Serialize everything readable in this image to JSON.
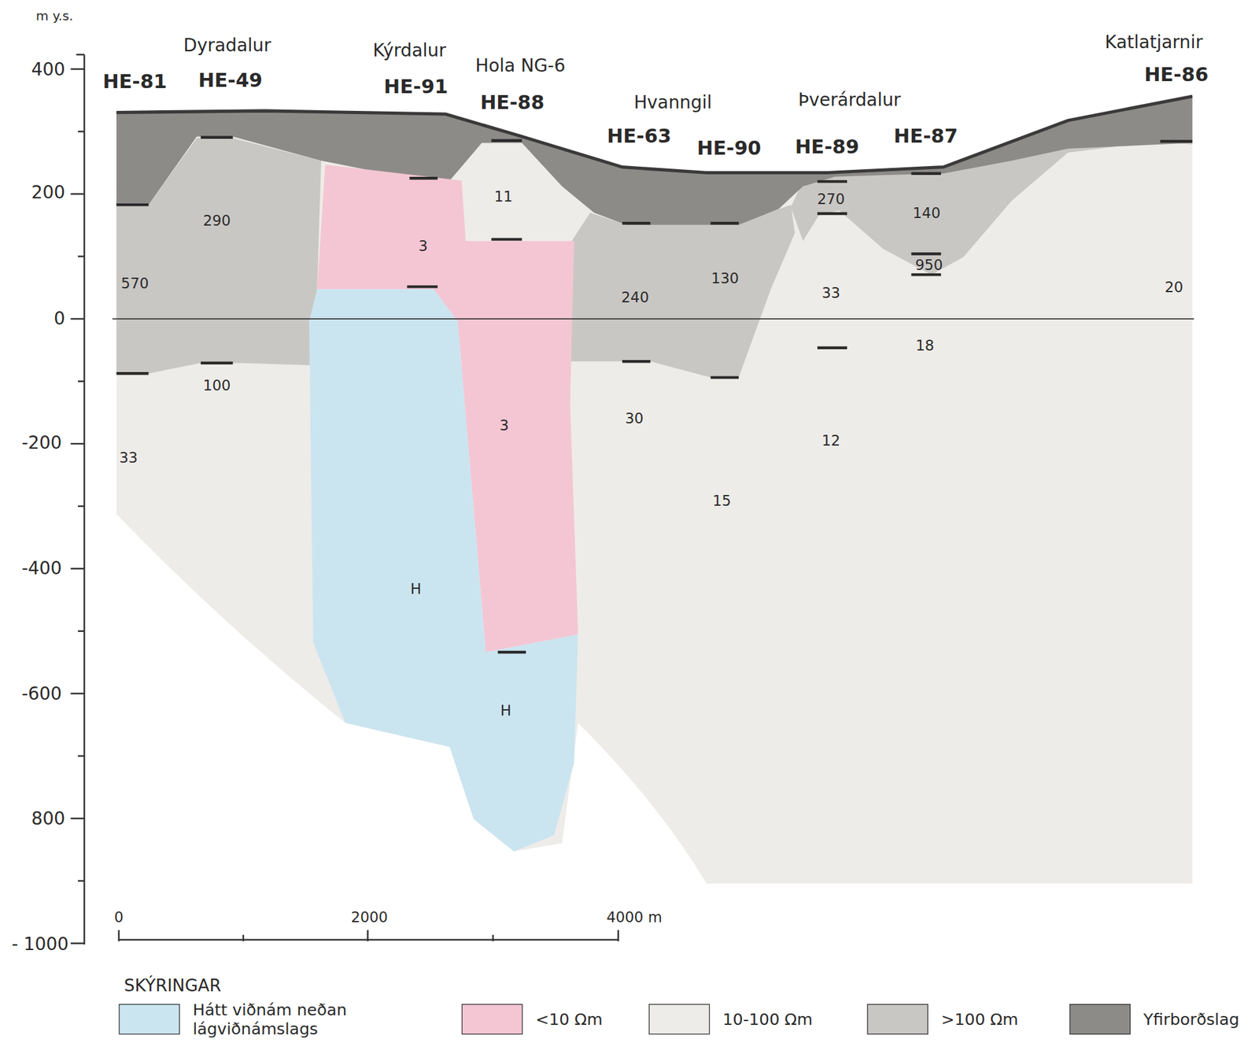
{
  "diagram": {
    "labels": [
      "m y.s.",
      "400",
      "200",
      "0",
      "-200",
      "-400",
      "-600",
      "800",
      "- 1000",
      "Dyradalur",
      "Kýrdalur",
      "Hola NG-6",
      "Hvanngil",
      "Þverárdalur",
      "Katlatjarnir",
      "HE-81",
      "HE-49",
      "HE-91",
      "HE-88",
      "HE-63",
      "HE-90",
      "HE-89",
      "HE-87",
      "HE-86",
      "290",
      "570",
      "100",
      "33",
      "3",
      "11",
      "3",
      "H",
      "H",
      "240",
      "130",
      "30",
      "15",
      "270",
      "33",
      "12",
      "140",
      "950",
      "18",
      "20",
      "0",
      "2000",
      "4000 m",
      "SKÝRINGAR"
    ],
    "legend": [
      {
        "text": "Hátt viðnám neðan lágviðnámslags",
        "color": "#cbe5f0"
      },
      {
        "text": "<10 Ωm",
        "color": "#f4c6d4"
      },
      {
        "text": "10-100 Ωm",
        "color": "#eeece8"
      },
      {
        "text": ">100 Ωm",
        "color": "#c9c7c4"
      },
      {
        "text": "Yfirborðslag",
        "color": "#8d8b88"
      }
    ]
  }
}
